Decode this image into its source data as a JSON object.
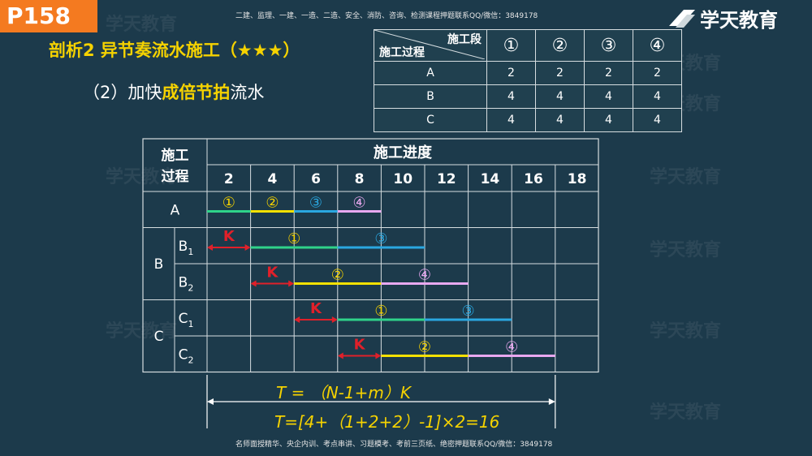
{
  "page_badge": "P158",
  "top_note": "二建、监理、一建、一造、二造、安全、消防、咨询、检测课程押题联系QQ/微信：3849178",
  "bottom_note": "名师面授精华、央企内训、考点串讲、习题模考、考前三页纸、绝密押题联系QQ/微信：3849178",
  "logo_text": "学天教育",
  "watermark_text": "学天教育",
  "title": "剖析2 异节奏流水施工（★★★）",
  "subtitle": {
    "prefix": "（2）加快",
    "highlight": "成倍节拍",
    "suffix": "流水"
  },
  "small_table": {
    "col_header": "施工段",
    "row_header": "施工过程",
    "segments": [
      "①",
      "②",
      "③",
      "④"
    ],
    "rows": [
      {
        "name": "A",
        "values": [
          "2",
          "2",
          "2",
          "2"
        ]
      },
      {
        "name": "B",
        "values": [
          "4",
          "4",
          "4",
          "4"
        ]
      },
      {
        "name": "C",
        "values": [
          "4",
          "4",
          "4",
          "4"
        ]
      }
    ]
  },
  "gantt": {
    "header_left": "施工\n过程",
    "header_title": "施工进度",
    "ticks": [
      "2",
      "4",
      "6",
      "8",
      "10",
      "12",
      "14",
      "16",
      "18"
    ],
    "groups": [
      {
        "label": "A",
        "rows": [
          {
            "sub": "",
            "sub_index": ""
          }
        ]
      },
      {
        "label": "B",
        "rows": [
          {
            "sub": "B",
            "sub_index": "1"
          },
          {
            "sub": "B",
            "sub_index": "2"
          }
        ]
      },
      {
        "label": "C",
        "rows": [
          {
            "sub": "C",
            "sub_index": "1"
          },
          {
            "sub": "C",
            "sub_index": "2"
          }
        ]
      }
    ],
    "bars": [
      {
        "row": 0,
        "start": 0,
        "end": 2,
        "label": "①",
        "color": "#2fd38a",
        "label_color": "#f5d200"
      },
      {
        "row": 0,
        "start": 2,
        "end": 4,
        "label": "②",
        "color": "#f5e100",
        "label_color": "#f5d200"
      },
      {
        "row": 0,
        "start": 4,
        "end": 6,
        "label": "③",
        "color": "#2aa7e0",
        "label_color": "#2aa7e0"
      },
      {
        "row": 0,
        "start": 6,
        "end": 8,
        "label": "④",
        "color": "#e8a8f0",
        "label_color": "#e8a8f0"
      },
      {
        "row": 1,
        "start": 2,
        "end": 6,
        "label": "①",
        "color": "#2fd38a",
        "label_color": "#f5d200"
      },
      {
        "row": 1,
        "start": 6,
        "end": 10,
        "label": "③",
        "color": "#2aa7e0",
        "label_color": "#2aa7e0"
      },
      {
        "row": 2,
        "start": 4,
        "end": 8,
        "label": "②",
        "color": "#f5e100",
        "label_color": "#f5d200"
      },
      {
        "row": 2,
        "start": 8,
        "end": 12,
        "label": "④",
        "color": "#e8a8f0",
        "label_color": "#e8a8f0"
      },
      {
        "row": 3,
        "start": 6,
        "end": 10,
        "label": "①",
        "color": "#2fd38a",
        "label_color": "#f5d200"
      },
      {
        "row": 3,
        "start": 10,
        "end": 14,
        "label": "③",
        "color": "#2aa7e0",
        "label_color": "#2aa7e0"
      },
      {
        "row": 4,
        "start": 8,
        "end": 12,
        "label": "②",
        "color": "#f5e100",
        "label_color": "#f5d200"
      },
      {
        "row": 4,
        "start": 12,
        "end": 16,
        "label": "④",
        "color": "#e8a8f0",
        "label_color": "#e8a8f0"
      }
    ],
    "k_arrows": [
      {
        "row": 1,
        "start": 0,
        "end": 2,
        "label": "K"
      },
      {
        "row": 2,
        "start": 2,
        "end": 4,
        "label": "K"
      },
      {
        "row": 3,
        "start": 4,
        "end": 6,
        "label": "K"
      },
      {
        "row": 4,
        "start": 6,
        "end": 8,
        "label": "K"
      }
    ],
    "total_span": [
      0,
      16
    ]
  },
  "formula1": "T = （N-1+m）K",
  "formula2": "T=[4+（1+2+2）-1]×2=16"
}
